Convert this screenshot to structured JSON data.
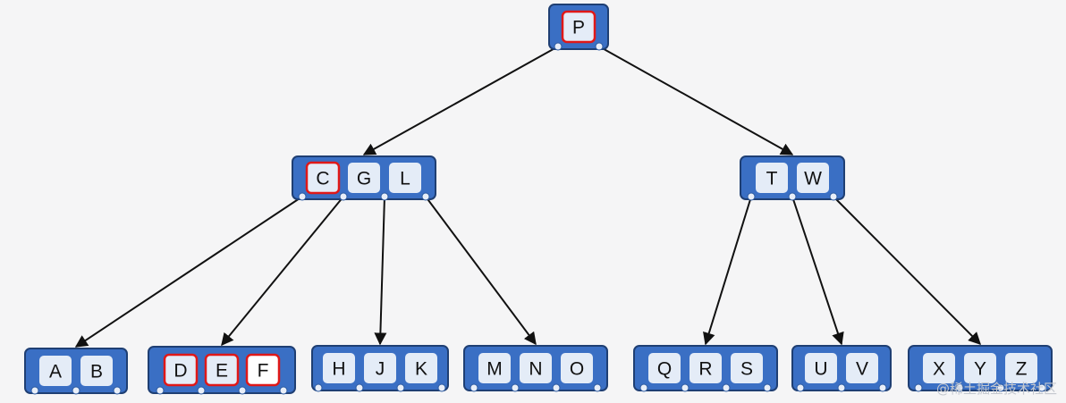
{
  "tree": {
    "root": {
      "id": "n-root",
      "keys": [
        "P"
      ],
      "highlight": [
        0
      ],
      "white": [],
      "children": [
        "n-cgl",
        "n-tw"
      ]
    },
    "level1": [
      {
        "id": "n-cgl",
        "keys": [
          "C",
          "G",
          "L"
        ],
        "highlight": [
          0
        ],
        "white": [],
        "children": [
          "n-ab",
          "n-def",
          "n-hjk",
          "n-mno"
        ]
      },
      {
        "id": "n-tw",
        "keys": [
          "T",
          "W"
        ],
        "highlight": [],
        "white": [],
        "children": [
          "n-qrs",
          "n-uv",
          "n-xyz"
        ]
      }
    ],
    "leaves": [
      {
        "id": "n-ab",
        "keys": [
          "A",
          "B"
        ],
        "highlight": [],
        "white": []
      },
      {
        "id": "n-def",
        "keys": [
          "D",
          "E",
          "F"
        ],
        "highlight": [
          0,
          1,
          2
        ],
        "white": [
          2
        ]
      },
      {
        "id": "n-hjk",
        "keys": [
          "H",
          "J",
          "K"
        ],
        "highlight": [],
        "white": []
      },
      {
        "id": "n-mno",
        "keys": [
          "M",
          "N",
          "O"
        ],
        "highlight": [],
        "white": []
      },
      {
        "id": "n-qrs",
        "keys": [
          "Q",
          "R",
          "S"
        ],
        "highlight": [],
        "white": []
      },
      {
        "id": "n-uv",
        "keys": [
          "U",
          "V"
        ],
        "highlight": [],
        "white": []
      },
      {
        "id": "n-xyz",
        "keys": [
          "X",
          "Y",
          "Z"
        ],
        "highlight": [],
        "white": []
      }
    ]
  },
  "colors": {
    "node_fill": "#3a6fc4",
    "key_fill": "#e4ecf7",
    "highlight": "#e01818",
    "edge": "#111111",
    "background": "#f5f5f6"
  },
  "watermark": "@稀土掘金技术社区"
}
